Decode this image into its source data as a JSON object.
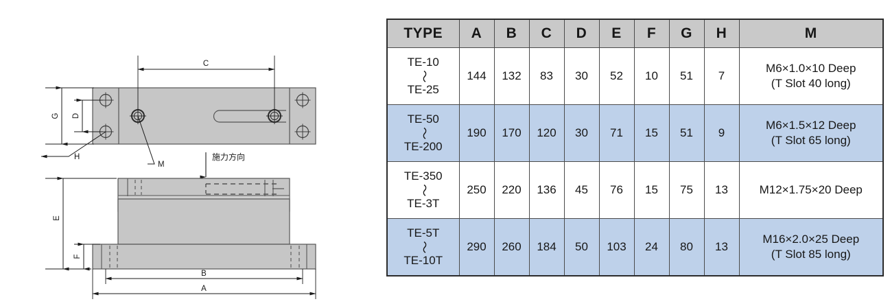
{
  "drawing": {
    "labels": {
      "c": "C",
      "g": "G",
      "d": "D",
      "h": "H",
      "m": "M",
      "e": "E",
      "f": "F",
      "b": "B",
      "a": "A",
      "force_direction": "施力方向"
    },
    "colors": {
      "body_fill": "#c6c6c6",
      "body_fill_light": "#cfcfcf",
      "outline": "#555555",
      "dimension_line": "#1a1a1a"
    }
  },
  "table": {
    "columns": [
      "TYPE",
      "A",
      "B",
      "C",
      "D",
      "E",
      "F",
      "G",
      "H",
      "M"
    ],
    "tilde": "〜",
    "rows": [
      {
        "type_from": "TE-10",
        "type_to": "TE-25",
        "A": "144",
        "B": "132",
        "C": "83",
        "D": "30",
        "E": "52",
        "F": "10",
        "G": "51",
        "H": "7",
        "M": "M6×1.0×10 Deep",
        "M_sub": "(T Slot 40 long)",
        "highlight": false
      },
      {
        "type_from": "TE-50",
        "type_to": "TE-200",
        "A": "190",
        "B": "170",
        "C": "120",
        "D": "30",
        "E": "71",
        "F": "15",
        "G": "51",
        "H": "9",
        "M": "M6×1.5×12 Deep",
        "M_sub": "(T Slot 65 long)",
        "highlight": true
      },
      {
        "type_from": "TE-350",
        "type_to": "TE-3T",
        "A": "250",
        "B": "220",
        "C": "136",
        "D": "45",
        "E": "76",
        "F": "15",
        "G": "75",
        "H": "13",
        "M": "M12×1.75×20 Deep",
        "M_sub": "",
        "highlight": false
      },
      {
        "type_from": "TE-5T",
        "type_to": "TE-10T",
        "A": "290",
        "B": "260",
        "C": "184",
        "D": "50",
        "E": "103",
        "F": "24",
        "G": "80",
        "H": "13",
        "M": "M16×2.0×25 Deep",
        "M_sub": "(T Slot 85 long)",
        "highlight": true
      }
    ],
    "colors": {
      "header_bg": "#c9c9c9",
      "row_highlight_bg": "#bed1ea",
      "row_plain_bg": "#ffffff",
      "border": "#2b2b2b"
    }
  }
}
